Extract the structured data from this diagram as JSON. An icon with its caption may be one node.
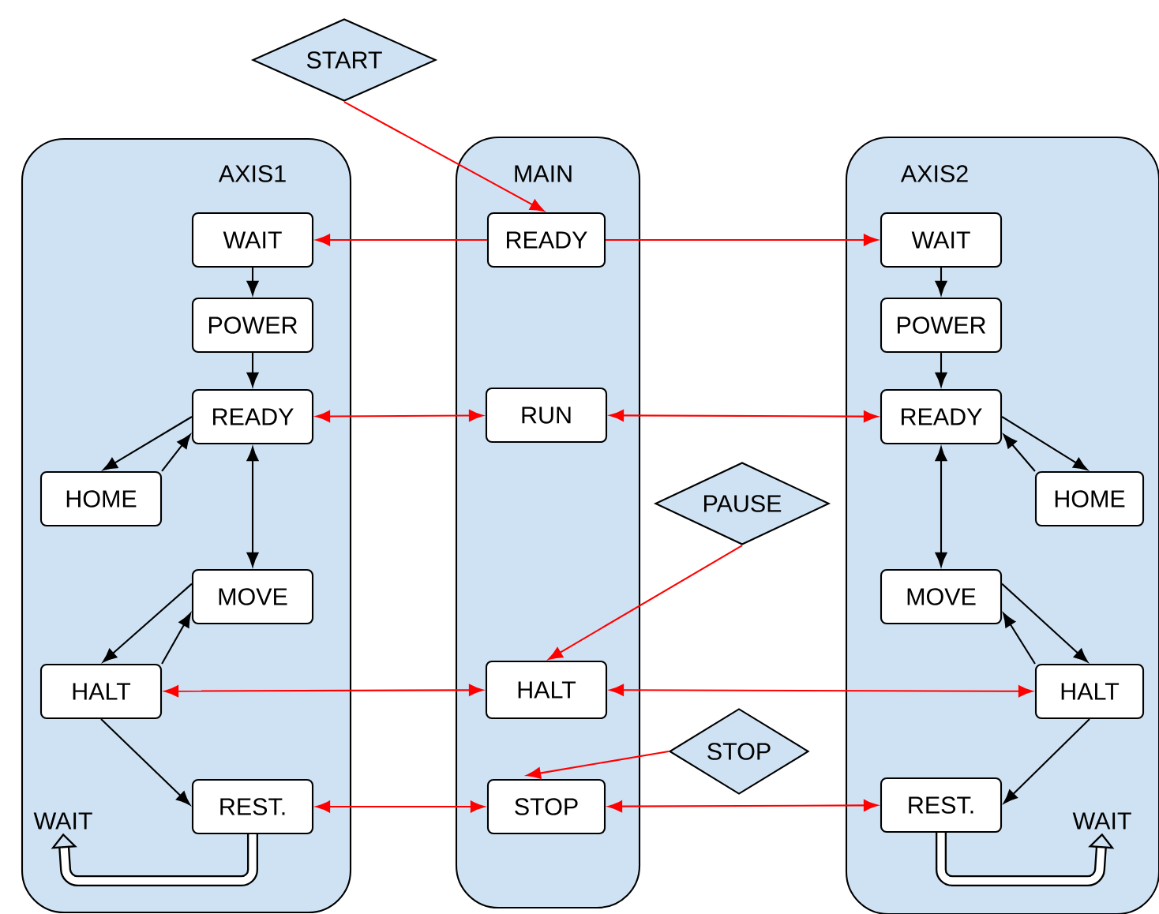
{
  "diagram": {
    "nodes": [
      {
        "text": [
          "AXIS1"
        ]
      },
      {
        "text": [
          "WAIT"
        ],
        "in": 0
      },
      {
        "text": [
          "POWER"
        ],
        "in": 0
      },
      {
        "text": [
          "READY"
        ],
        "in": 0
      },
      {
        "text": [
          "HOME"
        ],
        "in": 0
      },
      {
        "text": [
          "MOVE"
        ],
        "in": 0
      },
      {
        "text": [
          "HALT"
        ],
        "in": 0
      },
      {
        "text": [
          "REST."
        ],
        "in": 0
      },
      {
        "text": [
          "WAIT"
        ],
        "in": 0
      },
      {
        "text": [
          "MAIN"
        ]
      },
      {
        "text": [
          "READY"
        ],
        "in": 9
      },
      {
        "text": [
          "RUN"
        ],
        "in": 9
      },
      {
        "text": [
          "HALT"
        ],
        "in": 9
      },
      {
        "text": [
          "STOP"
        ],
        "in": 9
      },
      {
        "text": [
          "AXIS2"
        ]
      },
      {
        "text": [
          "WAIT"
        ],
        "in": 14
      },
      {
        "text": [
          "POWER"
        ],
        "in": 14
      },
      {
        "text": [
          "READY"
        ],
        "in": 14
      },
      {
        "text": [
          "HOME"
        ],
        "in": 14
      },
      {
        "text": [
          "MOVE"
        ],
        "in": 14
      },
      {
        "text": [
          "HALT"
        ],
        "in": 14
      },
      {
        "text": [
          "REST."
        ],
        "in": 14
      },
      {
        "text": [
          "WAIT"
        ],
        "in": 14
      },
      {
        "text": [
          "START"
        ]
      },
      {
        "text": [
          "PAUSE"
        ]
      },
      {
        "text": [
          "STOP"
        ]
      }
    ],
    "edges": [
      {
        "from": 1,
        "to": 2,
        "arrow": "to"
      },
      {
        "from": 2,
        "to": 3,
        "arrow": "to"
      },
      {
        "from": 3,
        "to": 4,
        "arrow": "to"
      },
      {
        "from": 4,
        "to": 3,
        "arrow": "to"
      },
      {
        "from": 3,
        "to": 5,
        "arrow": "both"
      },
      {
        "from": 5,
        "to": 6,
        "arrow": "to"
      },
      {
        "from": 6,
        "to": 5,
        "arrow": "to"
      },
      {
        "from": 6,
        "to": 7,
        "arrow": "to"
      },
      {
        "from": 7,
        "to": 8,
        "arrow": "to",
        "style": "thick"
      },
      {
        "from": 15,
        "to": 16,
        "arrow": "to"
      },
      {
        "from": 16,
        "to": 17,
        "arrow": "to"
      },
      {
        "from": 17,
        "to": 18,
        "arrow": "to"
      },
      {
        "from": 18,
        "to": 17,
        "arrow": "to"
      },
      {
        "from": 17,
        "to": 19,
        "arrow": "both"
      },
      {
        "from": 19,
        "to": 20,
        "arrow": "to"
      },
      {
        "from": 20,
        "to": 19,
        "arrow": "to"
      },
      {
        "from": 20,
        "to": 21,
        "arrow": "to"
      },
      {
        "from": 21,
        "to": 22,
        "arrow": "to",
        "style": "thick"
      },
      {
        "from": 10,
        "to": 1,
        "arrow": "to",
        "color": "#ff0000"
      },
      {
        "from": 10,
        "to": 15,
        "arrow": "to",
        "color": "#ff0000"
      },
      {
        "from": 11,
        "to": 3,
        "arrow": "both",
        "color": "#ff0000"
      },
      {
        "from": 11,
        "to": 17,
        "arrow": "both",
        "color": "#ff0000"
      },
      {
        "from": 12,
        "to": 6,
        "arrow": "both",
        "color": "#ff0000"
      },
      {
        "from": 12,
        "to": 20,
        "arrow": "both",
        "color": "#ff0000"
      },
      {
        "from": 13,
        "to": 7,
        "arrow": "both",
        "color": "#ff0000"
      },
      {
        "from": 13,
        "to": 21,
        "arrow": "both",
        "color": "#ff0000"
      },
      {
        "from": 23,
        "to": 10,
        "arrow": "to",
        "color": "#ff0000"
      },
      {
        "from": 24,
        "to": 12,
        "arrow": "to",
        "color": "#ff0000"
      },
      {
        "from": 25,
        "to": 13,
        "arrow": "to",
        "color": "#ff0000"
      }
    ]
  }
}
